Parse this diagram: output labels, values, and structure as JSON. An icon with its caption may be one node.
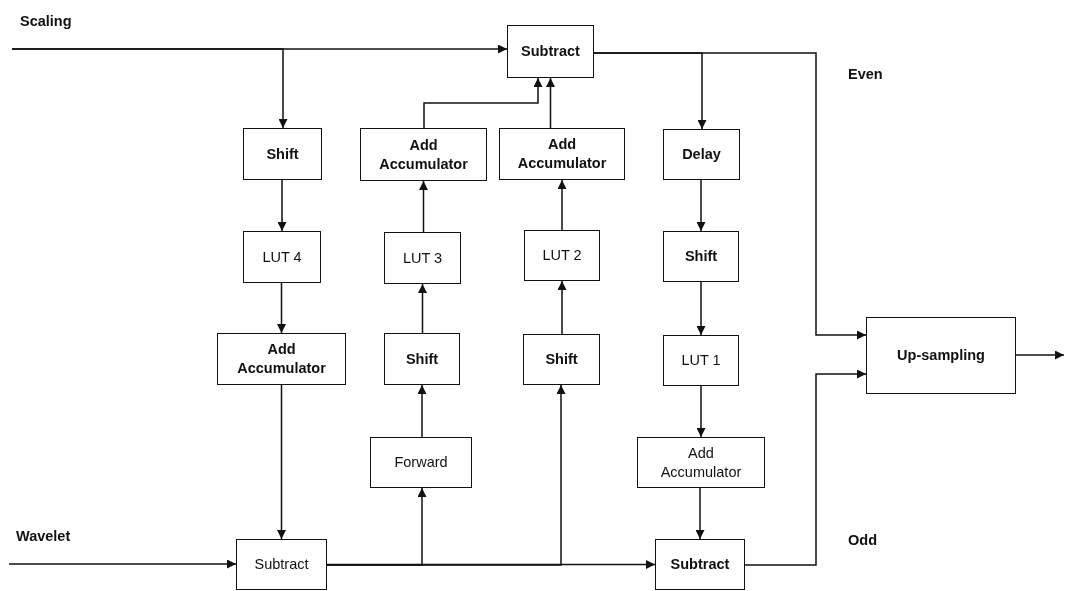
{
  "diagram": {
    "nodes": [
      {
        "text": [
          "Subtract"
        ]
      },
      {
        "text": [
          "Shift"
        ]
      },
      {
        "text": [
          "Add Accumulator"
        ]
      },
      {
        "text": [
          "Add Accumulator"
        ]
      },
      {
        "text": [
          "Delay"
        ]
      },
      {
        "text": [
          "LUT 4"
        ]
      },
      {
        "text": [
          "LUT 3"
        ]
      },
      {
        "text": [
          "LUT 2"
        ]
      },
      {
        "text": [
          "Shift"
        ]
      },
      {
        "text": [
          "Add Accumulator"
        ]
      },
      {
        "text": [
          "Shift"
        ]
      },
      {
        "text": [
          "Shift"
        ]
      },
      {
        "text": [
          "LUT 1"
        ]
      },
      {
        "text": [
          "Up-sampling"
        ]
      },
      {
        "text": [
          "Forward"
        ]
      },
      {
        "text": [
          "Add Accumulator"
        ]
      },
      {
        "text": [
          "Subtract"
        ]
      },
      {
        "text": [
          "Subtract"
        ]
      }
    ],
    "edges": [
      {
        "from": null,
        "to": 0,
        "arrow": "to"
      },
      {
        "from": null,
        "to": 1,
        "arrow": "to"
      },
      {
        "from": 1,
        "to": 5,
        "arrow": "to"
      },
      {
        "from": 5,
        "to": 9,
        "arrow": "to"
      },
      {
        "from": 9,
        "to": 16,
        "arrow": "to"
      },
      {
        "from": null,
        "to": 16,
        "arrow": "to"
      },
      {
        "from": 16,
        "to": 14,
        "arrow": "to"
      },
      {
        "from": 16,
        "to": 11,
        "arrow": "to"
      },
      {
        "from": 16,
        "to": 17,
        "arrow": "to"
      },
      {
        "from": 14,
        "to": 10,
        "arrow": "to"
      },
      {
        "from": 10,
        "to": 6,
        "arrow": "to"
      },
      {
        "from": 6,
        "to": 2,
        "arrow": "to"
      },
      {
        "from": 2,
        "to": 0,
        "arrow": "to"
      },
      {
        "from": 11,
        "to": 7,
        "arrow": "to"
      },
      {
        "from": 7,
        "to": 3,
        "arrow": "to"
      },
      {
        "from": 3,
        "to": 0,
        "arrow": "to"
      },
      {
        "from": 0,
        "to": 4,
        "arrow": "to"
      },
      {
        "from": 0,
        "to": 13,
        "arrow": "to"
      },
      {
        "from": 4,
        "to": 8,
        "arrow": "to"
      },
      {
        "from": 8,
        "to": 12,
        "arrow": "to"
      },
      {
        "from": 12,
        "to": 15,
        "arrow": "to"
      },
      {
        "from": 15,
        "to": 17,
        "arrow": "to"
      },
      {
        "from": 17,
        "to": 13,
        "arrow": "to"
      },
      {
        "from": 13,
        "to": null,
        "arrow": "to"
      }
    ],
    "labels": [
      "Scaling",
      "Even",
      "Wavelet",
      "Odd"
    ]
  }
}
